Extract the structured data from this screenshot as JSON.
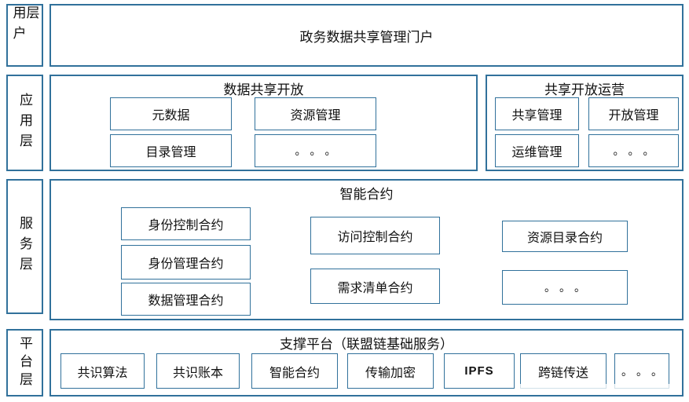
{
  "colors": {
    "border": "#31719b",
    "text": "#111111",
    "background": "#ffffff"
  },
  "user_layer": {
    "label": "用户层",
    "portal_title": "政务数据共享管理门户"
  },
  "app_layer": {
    "label": "应用层",
    "data_sharing_group": {
      "title": "数据共享开放",
      "items": [
        "元数据",
        "资源管理",
        "目录管理",
        "。。。"
      ]
    },
    "operation_group": {
      "title": "共享开放运营",
      "items": [
        "共享管理",
        "开放管理",
        "运维管理",
        "。。。"
      ]
    }
  },
  "service_layer": {
    "label": "服务层",
    "title": "智能合约",
    "left_items": [
      "身份控制合约",
      "身份管理合约",
      "数据管理合约"
    ],
    "middle_items": [
      "访问控制合约",
      "需求清单合约"
    ],
    "right_items": [
      "资源目录合约",
      "。。。"
    ]
  },
  "platform_layer": {
    "label": "平台层",
    "title": "支撑平台（联盟链基础服务）",
    "items": [
      "共识算法",
      "共识账本",
      "智能合约",
      "传输加密",
      "IPFS",
      "跨链传送",
      "。。。"
    ]
  }
}
